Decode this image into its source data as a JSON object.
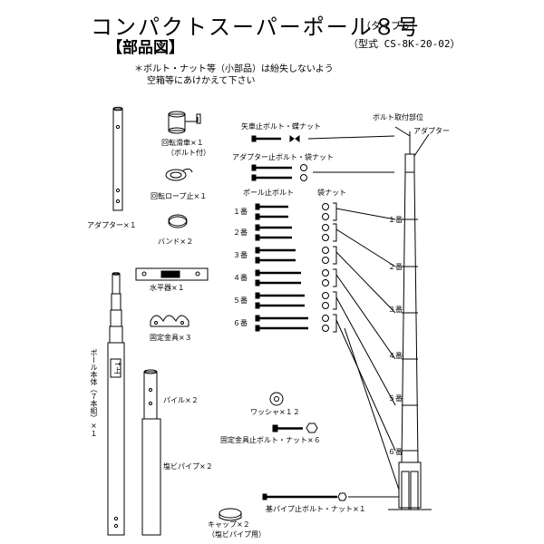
{
  "header": {
    "title": "コンパクトスーパーポール８号",
    "type": "（タイプ６）",
    "section": "【部品図】",
    "model": "（型式 CS-8K-20-02）",
    "note_line1": "＊ボルト・ナット等（小部品）は紛失しないよう",
    "note_line2": "空箱等にあけかえて下さい"
  },
  "parts": {
    "adapter": "アダプター×１",
    "pulley": "回転滑車×１",
    "pulley_sub": "（ボルト付）",
    "rope_stop": "回転ロープ止×１",
    "band": "バンド×２",
    "level": "水平器×１",
    "fixing": "固定金具×３",
    "pole_body": "ポール本体（７本組）×１",
    "pile": "パイル×２",
    "pvc_pipe": "塩ビパイプ×２",
    "washer": "ワッシャ×１２",
    "fix_bolt": "固定金具止ボルト・ナット×６",
    "cap": "キャップ×２",
    "cap_sub": "（塩ビパイプ用）",
    "base_bolt": "基パイプ止ボルト・ナット×１"
  },
  "bolts": {
    "arrow_bolt": "矢車止ボルト・蝶ナット",
    "adapter_bolt": "アダプター止ボルト・袋ナット",
    "pole_bolt": "ポール止ボルト",
    "cap_nut": "袋ナット",
    "labels": [
      "１番",
      "２番",
      "３番",
      "４番",
      "５番",
      "６番"
    ]
  },
  "assembly": {
    "mount": "ボルト取付部位",
    "adapter": "アダプター",
    "labels": [
      "１番",
      "２番",
      "３番",
      "４番",
      "５番",
      "６番"
    ]
  },
  "misc": {
    "up_mark": "↑上"
  }
}
